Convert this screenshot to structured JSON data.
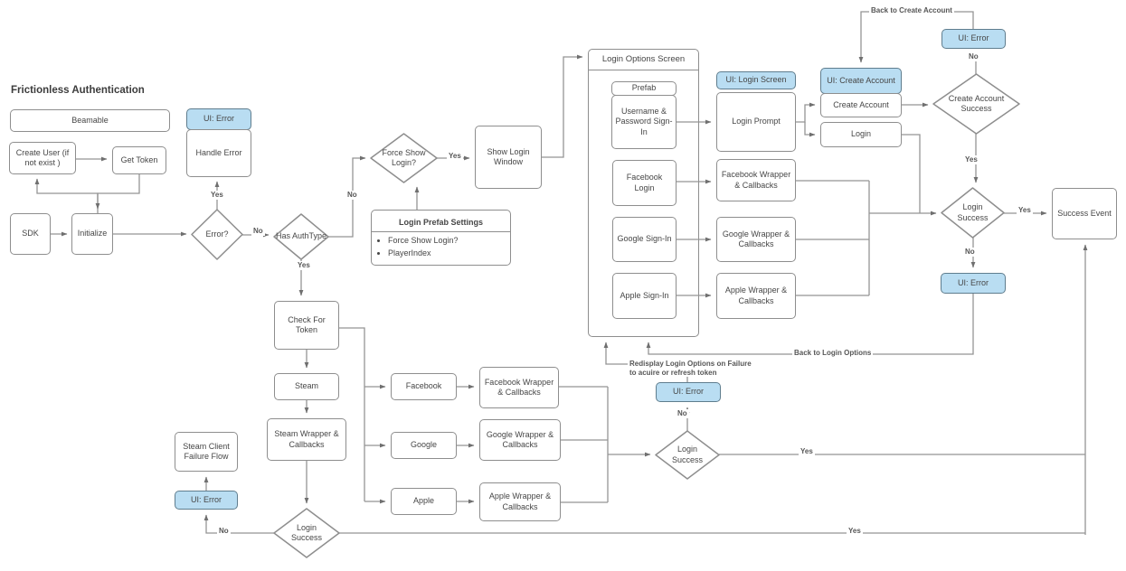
{
  "title": "Frictionless Authentication",
  "colors": {
    "ui_box_fill": "#b9ddf2",
    "ui_box_border": "#5f7d8e",
    "box_border": "#8e8e8e",
    "connector": "#949494"
  },
  "edge_labels": {
    "yes": "Yes",
    "no": "No",
    "back_to_create_account": "Back to Create Account",
    "back_to_login_options": "Back to Login Options",
    "redisplay_line1": "Redisplay Login Options on Failure",
    "redisplay_line2": "to acuire or refresh token"
  },
  "nodes": {
    "beamable": {
      "label": "Beamable"
    },
    "create_user": {
      "label": "Create User (if not exist )"
    },
    "get_token": {
      "label": "Get Token"
    },
    "sdk": {
      "label": "SDK"
    },
    "initialize": {
      "label": "Initialize"
    },
    "error_check": {
      "label": "Error?"
    },
    "ui_error": {
      "label": "UI: Error"
    },
    "handle_error": {
      "label": "Handle Error"
    },
    "has_authtype": {
      "label": "Has AuthType"
    },
    "force_show_login": {
      "label": "Force Show Login?"
    },
    "show_login_window": {
      "label": "Show Login Window"
    },
    "login_prefab_settings": {
      "title": "Login Prefab Settings",
      "items": [
        "Force Show Login?",
        "PlayerIndex"
      ]
    },
    "login_options_screen": {
      "label": "Login Options Screen"
    },
    "prefab": {
      "label": "Prefab"
    },
    "username_password_signin": {
      "label": "Username & Password Sign-In"
    },
    "facebook_login": {
      "label": "Facebook Login"
    },
    "google_signin": {
      "label": "Google Sign-In"
    },
    "apple_signin": {
      "label": "Apple Sign-In"
    },
    "ui_login_screen": {
      "label": "UI: Login Screen"
    },
    "login_prompt": {
      "label": "Login Prompt"
    },
    "facebook_wrapper": {
      "label": "Facebook Wrapper & Callbacks"
    },
    "google_wrapper": {
      "label": "Google Wrapper & Callbacks"
    },
    "apple_wrapper": {
      "label": "Apple Wrapper & Callbacks"
    },
    "ui_create_account": {
      "label": "UI: Create Account"
    },
    "create_account": {
      "label": "Create Account"
    },
    "login": {
      "label": "Login"
    },
    "create_account_success": {
      "label": "Create Account Success"
    },
    "login_success": {
      "label": "Login Success"
    },
    "success_event": {
      "label": "Success Event"
    },
    "check_for_token": {
      "label": "Check For Token"
    },
    "steam": {
      "label": "Steam"
    },
    "steam_wrapper": {
      "label": "Steam Wrapper & Callbacks"
    },
    "steam_client_failure_flow": {
      "label": "Steam Client Failure Flow"
    },
    "facebook": {
      "label": "Facebook"
    },
    "google": {
      "label": "Google"
    },
    "apple": {
      "label": "Apple"
    }
  }
}
